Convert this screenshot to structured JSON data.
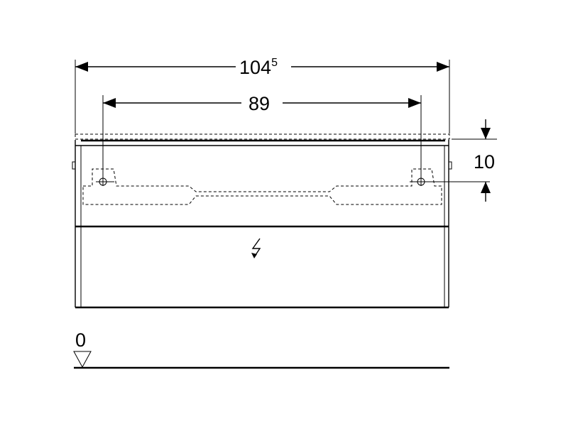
{
  "dimensions": {
    "overall_width": {
      "value": "104",
      "superscript": "5"
    },
    "hole_spacing": {
      "value": "89"
    },
    "top_offset": {
      "value": "10"
    }
  },
  "floor_level": {
    "label": "0"
  },
  "icons": [
    "electric-outlet-icon",
    "floor-level-marker-icon"
  ]
}
